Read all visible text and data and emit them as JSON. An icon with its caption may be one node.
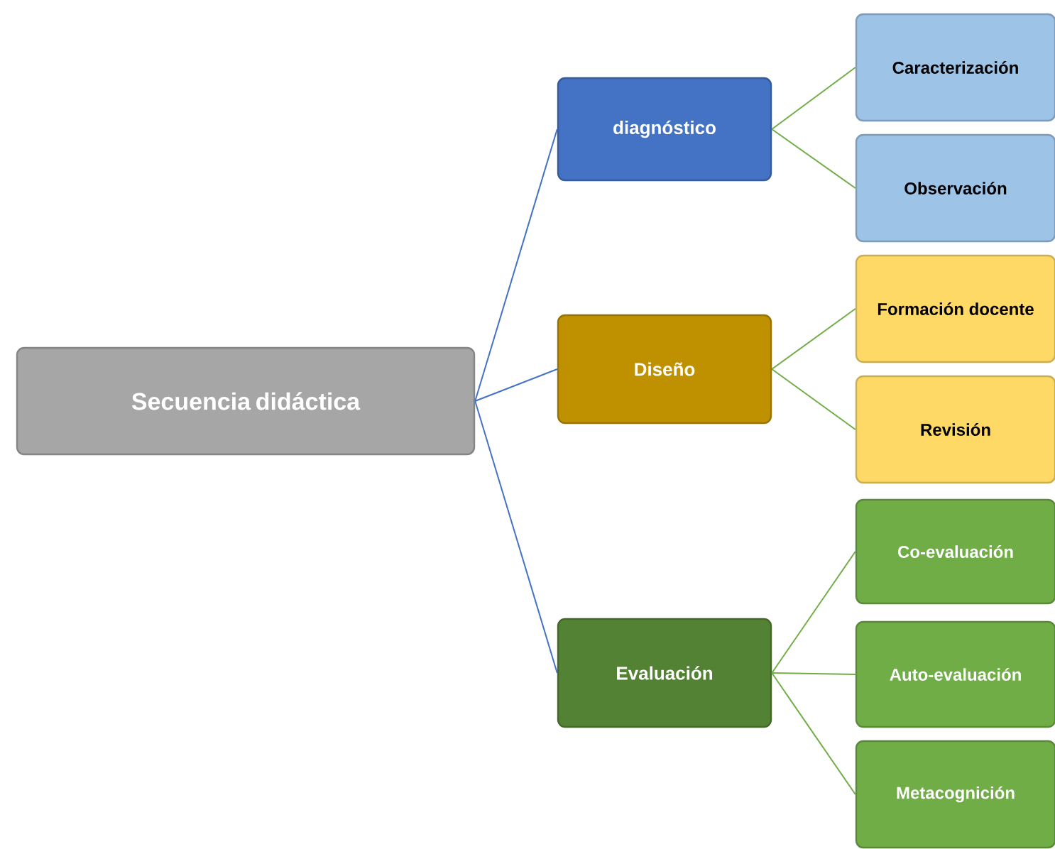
{
  "diagram": {
    "nodes": [
      {
        "text": [
          "Secuencia didáctica"
        ]
      },
      {
        "text": [
          "diagnóstico"
        ]
      },
      {
        "text": [
          "Diseño"
        ]
      },
      {
        "text": [
          "Evaluación"
        ]
      },
      {
        "text": [
          "Caracterización"
        ]
      },
      {
        "text": [
          "Observación"
        ]
      },
      {
        "text": [
          "Formación docente"
        ]
      },
      {
        "text": [
          "Revisión"
        ]
      },
      {
        "text": [
          "Co-evaluación"
        ]
      },
      {
        "text": [
          "Auto-evaluación"
        ]
      },
      {
        "text": [
          "Metacognición"
        ]
      }
    ],
    "edges": [
      {
        "from": 0,
        "to": 1,
        "arrow": "none",
        "color": "#4472c4"
      },
      {
        "from": 0,
        "to": 2,
        "arrow": "none",
        "color": "#4472c4"
      },
      {
        "from": 0,
        "to": 3,
        "arrow": "none",
        "color": "#4472c4"
      },
      {
        "from": 1,
        "to": 4,
        "arrow": "none"
      },
      {
        "from": 1,
        "to": 5,
        "arrow": "none"
      },
      {
        "from": 2,
        "to": 6,
        "arrow": "none"
      },
      {
        "from": 2,
        "to": 7,
        "arrow": "none"
      },
      {
        "from": 3,
        "to": 8,
        "arrow": "none"
      },
      {
        "from": 3,
        "to": 9,
        "arrow": "none"
      },
      {
        "from": 3,
        "to": 10,
        "arrow": "none"
      }
    ]
  }
}
